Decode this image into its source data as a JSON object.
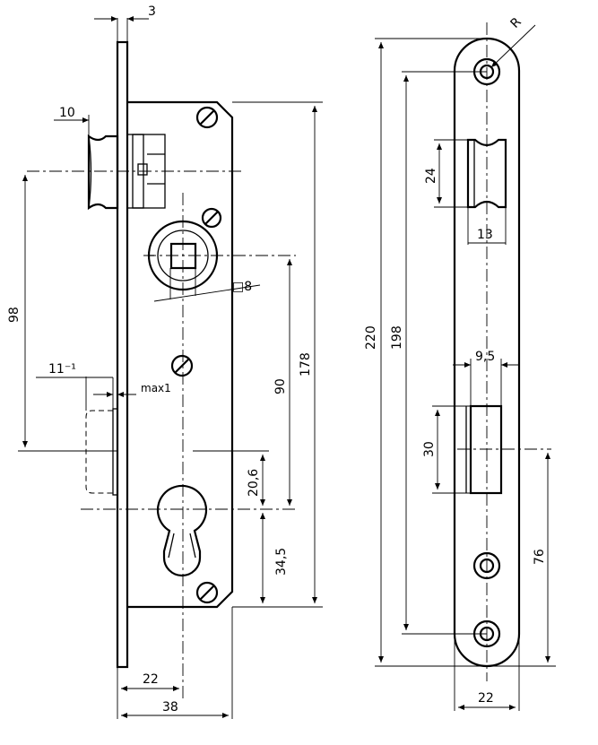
{
  "left_view": {
    "dims": {
      "d3": "3",
      "d10": "10",
      "d98": "98",
      "d11": "11⁻¹",
      "max": "max1",
      "sq8": "□8",
      "d90": "90",
      "d178": "178",
      "d20_6": "20,6",
      "d34_5": "34,5",
      "d22": "22",
      "d38": "38"
    }
  },
  "right_view": {
    "dims": {
      "R": "R",
      "d220": "220",
      "d198": "198",
      "d24": "24",
      "d13": "13",
      "d9_5": "9,5",
      "d30": "30",
      "d76": "76",
      "d22": "22"
    }
  }
}
